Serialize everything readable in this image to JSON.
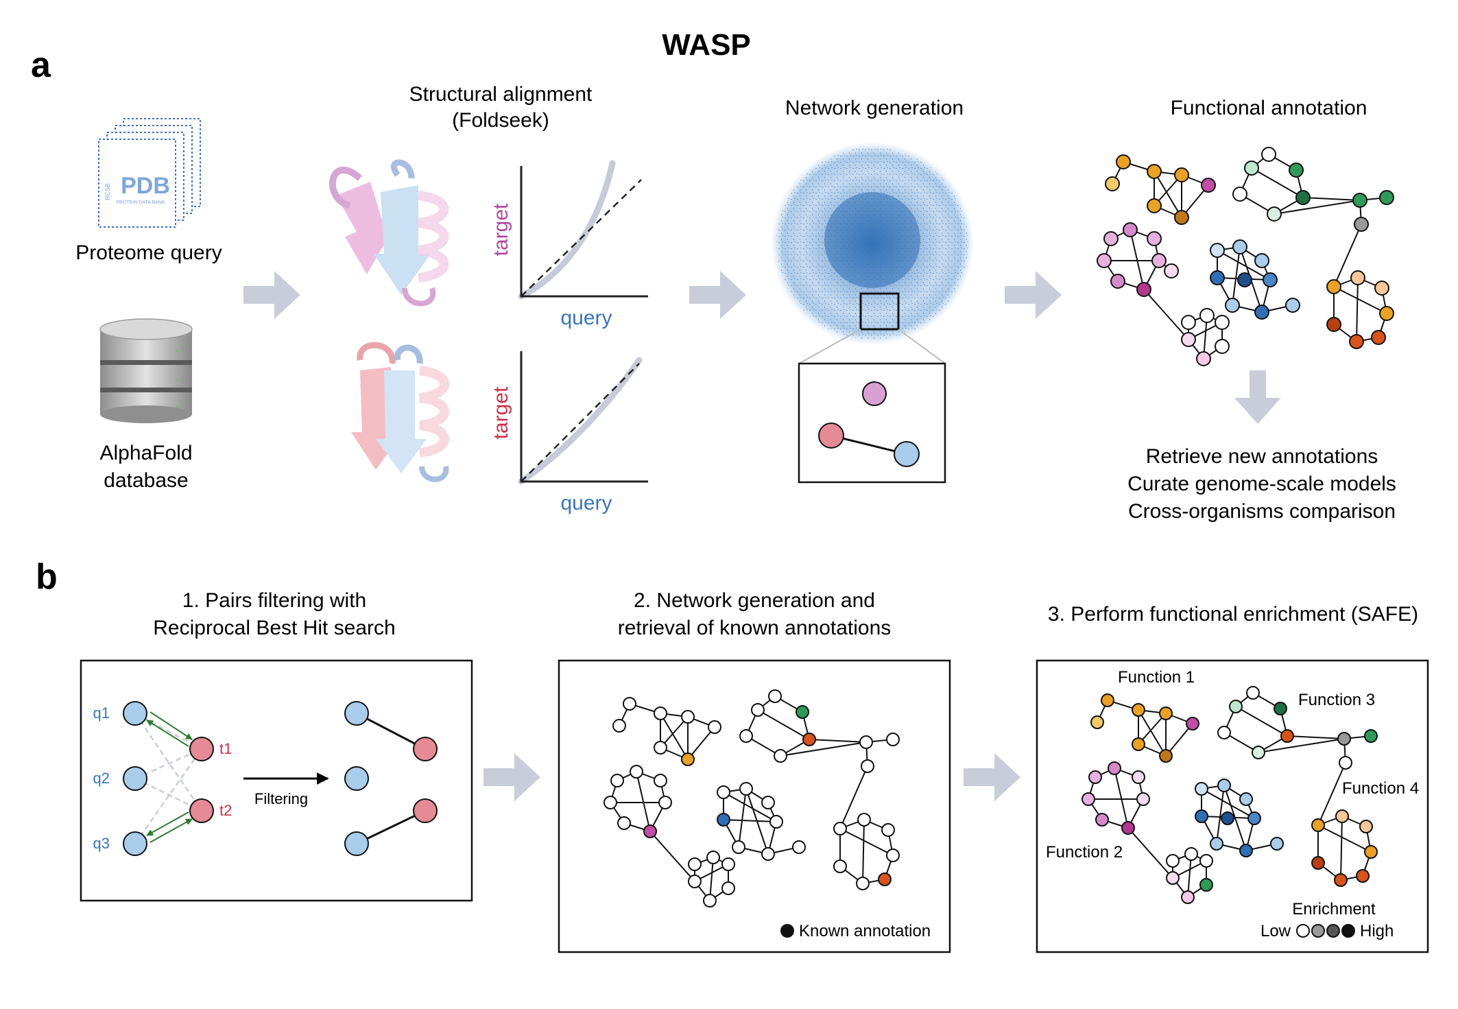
{
  "title": "WASP",
  "panel_a": {
    "label": "a",
    "inputs": {
      "pdb_logo_text": "PDB",
      "pdb_logo_sub": "PROTEIN DATA BANK",
      "pdb_logo_side": "RCSB",
      "proteome_label": "Proteome query",
      "alphafold_label_line1": "AlphaFold",
      "alphafold_label_line2": "database"
    },
    "alignment": {
      "title_line1": "Structural alignment",
      "title_line2": "(Foldseek)",
      "plot1": {
        "ylabel": "target",
        "xlabel": "query",
        "ylabel_color": "#b0479e",
        "xlabel_color": "#3a74b8"
      },
      "plot2": {
        "ylabel": "target",
        "xlabel": "query",
        "ylabel_color": "#c8324a",
        "xlabel_color": "#3a74b8"
      }
    },
    "network": {
      "title": "Network generation"
    },
    "annotation": {
      "title": "Functional annotation",
      "outcomes": [
        "Retrieve new annotations",
        "Curate genome-scale models",
        "Cross-organisms comparison"
      ]
    }
  },
  "panel_b": {
    "label": "b",
    "step1": {
      "title_line1": "1. Pairs filtering with",
      "title_line2": "Reciprocal Best Hit search",
      "queries": [
        "q1",
        "q2",
        "q3"
      ],
      "targets": [
        "t1",
        "t2"
      ],
      "arrow_label": "Filtering"
    },
    "step2": {
      "title_line1": "2. Network generation and",
      "title_line2": "retrieval of known annotations",
      "legend": "Known annotation"
    },
    "step3": {
      "title": "3. Perform functional enrichment (SAFE)",
      "functions": [
        "Function 1",
        "Function 2",
        "Function 3",
        "Function 4"
      ],
      "legend_title": "Enrichment",
      "legend_low": "Low",
      "legend_high": "High"
    }
  },
  "colors": {
    "arrow": "#c9cdd9",
    "query_blue": "#3a74b8",
    "target_red": "#c8324a",
    "node_blue": "#a9cdeb",
    "node_pink": "#e58a96",
    "network_blue": "#4a86c8",
    "orange": "#e9a126",
    "green": "#2f9a5a",
    "magenta": "#c14fa6",
    "blue_cluster": "#2f6fb5",
    "red_orange": "#d9541a"
  }
}
